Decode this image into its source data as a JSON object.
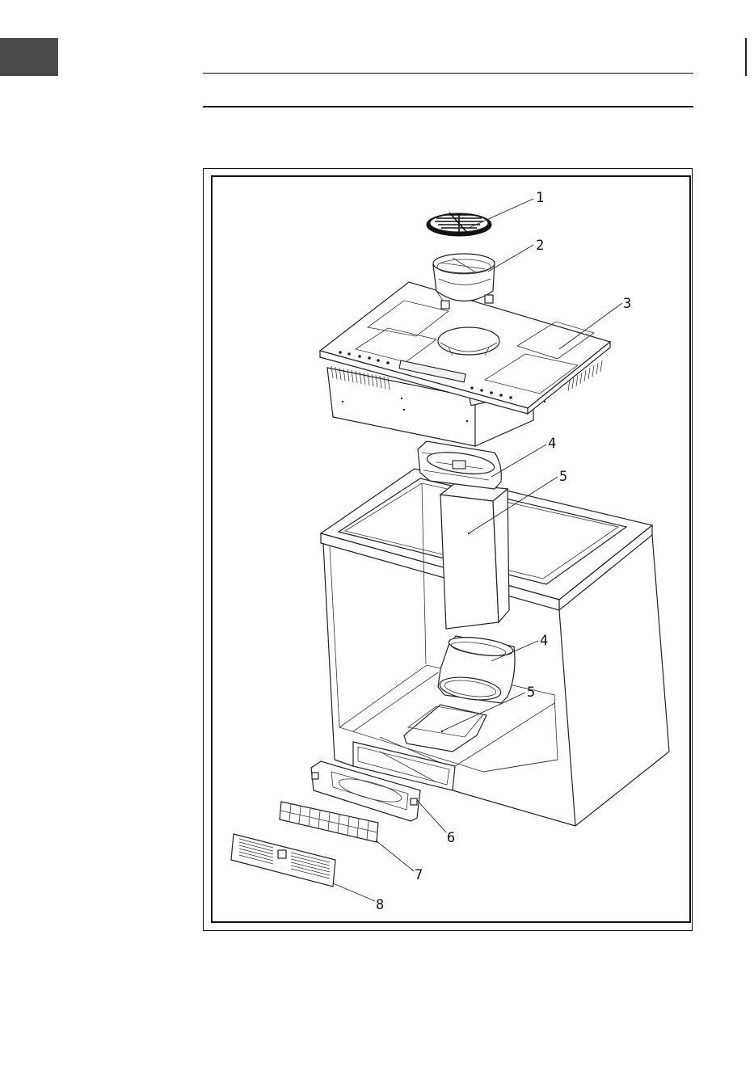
{
  "page": {
    "background": "#ffffff",
    "tab_color": "#4a4a4a"
  },
  "figure": {
    "callouts": {
      "c1": "1",
      "c2": "2",
      "c3": "3",
      "c4a": "4",
      "c5a": "5",
      "c4b": "4",
      "c5b": "5",
      "c6": "6",
      "c7": "7",
      "c8": "8"
    },
    "parts": [
      "cover-grille",
      "air-inlet-ring",
      "hob-unit",
      "duct-elbow-upper",
      "duct-upper",
      "duct-elbow-lower",
      "duct-lower",
      "plinth-adapter",
      "filter-frame",
      "plinth-grille"
    ]
  }
}
